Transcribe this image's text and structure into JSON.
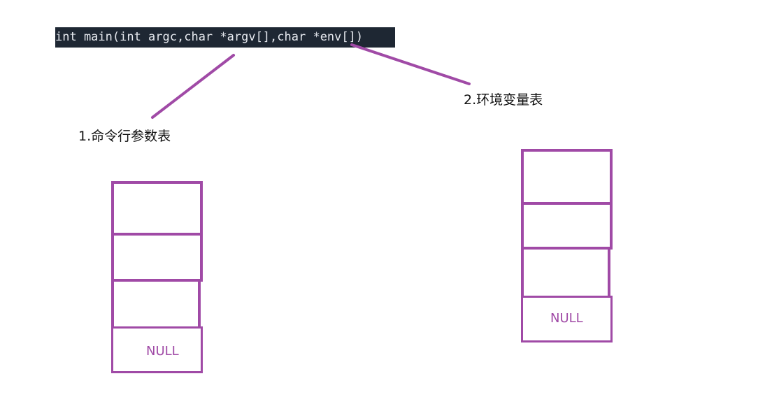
{
  "code": {
    "signature": "int main(int argc,char *argv[],char *env[])"
  },
  "labels": {
    "argv_table": "1.命令行参数表",
    "env_table": "2.环境变量表"
  },
  "stacks": {
    "argv": {
      "cells": [
        "",
        "",
        "",
        "NULL"
      ]
    },
    "env": {
      "cells": [
        "",
        "",
        "",
        "NULL"
      ]
    }
  },
  "colors": {
    "accent": "#a04aa6",
    "code_background": "#1e2733",
    "code_text": "#e6e9ef"
  }
}
